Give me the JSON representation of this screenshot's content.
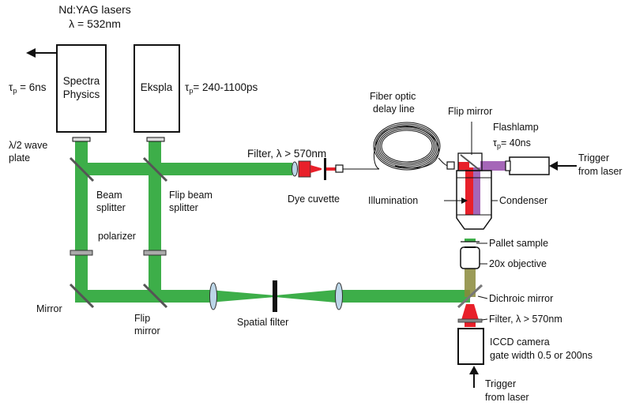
{
  "header": {
    "line1": "Nd:YAG lasers",
    "line2": "λ = 532nm"
  },
  "lasers": {
    "spectra": {
      "line1": "Spectra",
      "line2": "Physics",
      "tau_prefix": "τ",
      "tau_sub": "p",
      "tau_value": " = 6ns"
    },
    "ekspla": {
      "name": "Ekspla",
      "tau_prefix": "τ",
      "tau_sub": "p",
      "tau_value": "= 240-1100ps"
    }
  },
  "labels": {
    "waveplate_1": "λ/2 wave",
    "waveplate_2": "plate",
    "beam_splitter_1": "Beam",
    "beam_splitter_2": "splitter",
    "flip_beam_splitter_1": "Flip beam",
    "flip_beam_splitter_2": "splitter",
    "polarizer": "polarizer",
    "mirror": "Mirror",
    "flip_mirror_bottom_1": "Flip",
    "flip_mirror_bottom_2": "mirror",
    "spatial_filter": "Spatial filter",
    "filter_top": "Filter, λ > 570nm",
    "dye_cuvette": "Dye cuvette",
    "fiber_1": "Fiber optic",
    "fiber_2": "delay line",
    "flip_mirror_top": "Flip mirror",
    "flashlamp": "Flashlamp",
    "flashlamp_tau_prefix": "τ",
    "flashlamp_tau_sub": "p",
    "flashlamp_tau_value": "= 40ns",
    "trigger_top_1": "Trigger",
    "trigger_top_2": "from laser",
    "illumination": "Illumination",
    "condenser": "Condenser",
    "pallet_sample": "Pallet sample",
    "objective": "20x objective",
    "dichroic": "Dichroic mirror",
    "filter_bottom": "Filter, λ > 570nm",
    "camera_1": "ICCD camera",
    "camera_2": "gate width 0.5 or 200ns",
    "trigger_bottom_1": "Trigger",
    "trigger_bottom_2": "from laser"
  },
  "colors": {
    "laser_green": "#3dae49",
    "dye_red": "#e8202a",
    "flash_purple": "#a566b8",
    "ink": "#111111"
  }
}
